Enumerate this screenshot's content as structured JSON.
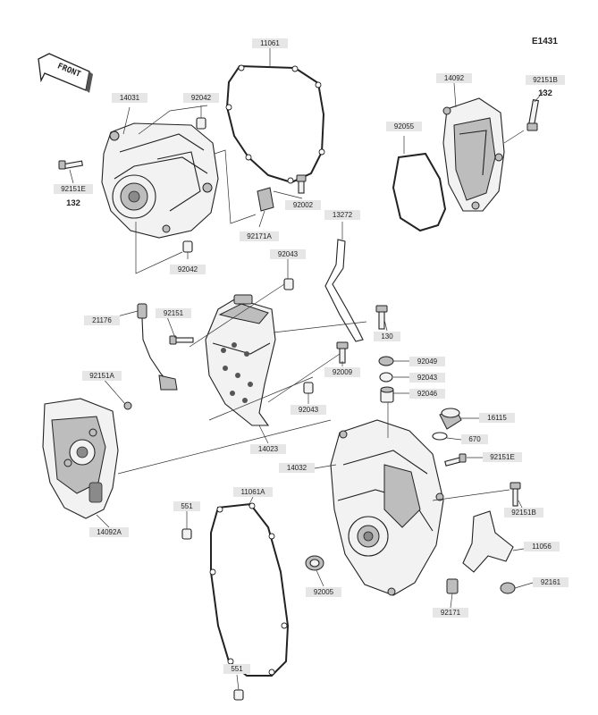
{
  "diagram_code": "E1431",
  "front_arrow_label": "FRONT",
  "parts": [
    {
      "id": "11061",
      "label": "11061"
    },
    {
      "id": "14031",
      "label": "14031"
    },
    {
      "id": "92042a",
      "label": "92042"
    },
    {
      "id": "92042b",
      "label": "92042"
    },
    {
      "id": "92151e1",
      "label": "92151E"
    },
    {
      "id": "92171a",
      "label": "92171A"
    },
    {
      "id": "92002",
      "label": "92002"
    },
    {
      "id": "14092",
      "label": "14092"
    },
    {
      "id": "92151b1",
      "label": "92151B"
    },
    {
      "id": "92055",
      "label": "92055"
    },
    {
      "id": "13272",
      "label": "13272"
    },
    {
      "id": "92043a",
      "label": "92043"
    },
    {
      "id": "21176",
      "label": "21176"
    },
    {
      "id": "92151",
      "label": "92151"
    },
    {
      "id": "130",
      "label": "130"
    },
    {
      "id": "92151a",
      "label": "92151A"
    },
    {
      "id": "92009",
      "label": "92009"
    },
    {
      "id": "92049",
      "label": "92049"
    },
    {
      "id": "92043b",
      "label": "92043"
    },
    {
      "id": "92046",
      "label": "92046"
    },
    {
      "id": "92043c",
      "label": "92043"
    },
    {
      "id": "16115",
      "label": "16115"
    },
    {
      "id": "670",
      "label": "670"
    },
    {
      "id": "14023",
      "label": "14023"
    },
    {
      "id": "14032",
      "label": "14032"
    },
    {
      "id": "92151e2",
      "label": "92151E"
    },
    {
      "id": "14092a",
      "label": "14092A"
    },
    {
      "id": "11061a",
      "label": "11061A"
    },
    {
      "id": "551a",
      "label": "551"
    },
    {
      "id": "92151b2",
      "label": "92151B"
    },
    {
      "id": "11056",
      "label": "11056"
    },
    {
      "id": "92005",
      "label": "92005"
    },
    {
      "id": "92161",
      "label": "92161"
    },
    {
      "id": "92171",
      "label": "92171"
    },
    {
      "id": "551b",
      "label": "551"
    }
  ],
  "references": [
    {
      "id": "ref-132-left",
      "label": "132"
    },
    {
      "id": "ref-132-right",
      "label": "132"
    }
  ]
}
